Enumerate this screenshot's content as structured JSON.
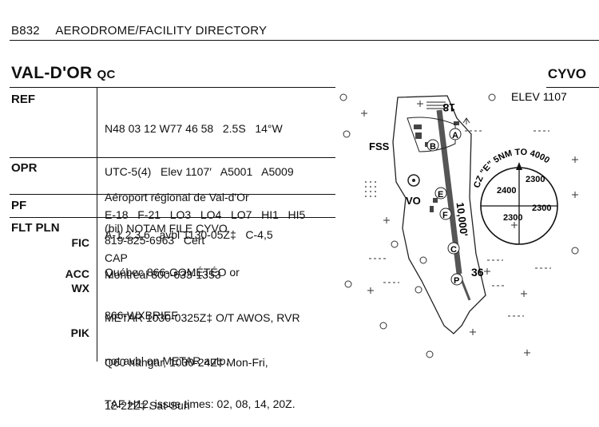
{
  "header": {
    "code": "B832",
    "title": "AERODROME/FACILITY DIRECTORY"
  },
  "aerodrome": {
    "name": "VAL-D'OR",
    "province": "QC",
    "ident": "CYVO"
  },
  "sections": {
    "ref": {
      "label": "REF",
      "lines": [
        "N48 03 12 W77 46 58   2.5S   14°W",
        "UTC-5(4)   Elev 1107′   A5001   A5009",
        "E-18   F-21   LO3   LO4   LO7   HI1   HI5",
        "CAP"
      ]
    },
    "opr": {
      "label": "OPR",
      "lines": [
        "Aéroport régional de Val-d'Or",
        "819-825-6963   Cert"
      ]
    },
    "pf": {
      "label": "PF",
      "lines": [
        "A-1,2,3,6   avbl 1130-05Z‡   C-4,5"
      ]
    },
    "flt_pln": {
      "label": "FLT PLN",
      "line": "(bil) NOTAM FILE CYVO"
    },
    "fic": {
      "label": "FIC",
      "lines": [
        "Québec 866-GOMÉTÉO or",
        "866-WXBRIEF"
      ]
    },
    "acc": {
      "label": "ACC",
      "line": "Montréal 800-633-1353"
    },
    "wx": {
      "label": "WX",
      "lines": [
        "METAR 1030-0325Z‡ O/T AWOS, RVR",
        "not avbl on METAR auto.",
        "TAF H12, issue times: 02, 08, 14, 20Z."
      ]
    },
    "pik": {
      "label": "PIK",
      "lines": [
        "Q60 hangar, 1030-24Z‡ Mon-Fri,",
        "12-22Z‡ Sat-Sun"
      ]
    }
  },
  "diagram": {
    "elev": "ELEV 1107",
    "runway_length": "10,000'",
    "rwy_north": "18",
    "rwy_south": "36",
    "fss": "FSS",
    "vor": "VO",
    "markers": {
      "a": "A",
      "b": "B",
      "c": "C",
      "e": "E",
      "f": "F",
      "p": "P"
    },
    "cz_arc": "CZ \"E\" 5NM TO 4000",
    "cz_nw": "2400",
    "cz_ne": "2300",
    "cz_sw": "2300",
    "cz_se": "2300"
  }
}
